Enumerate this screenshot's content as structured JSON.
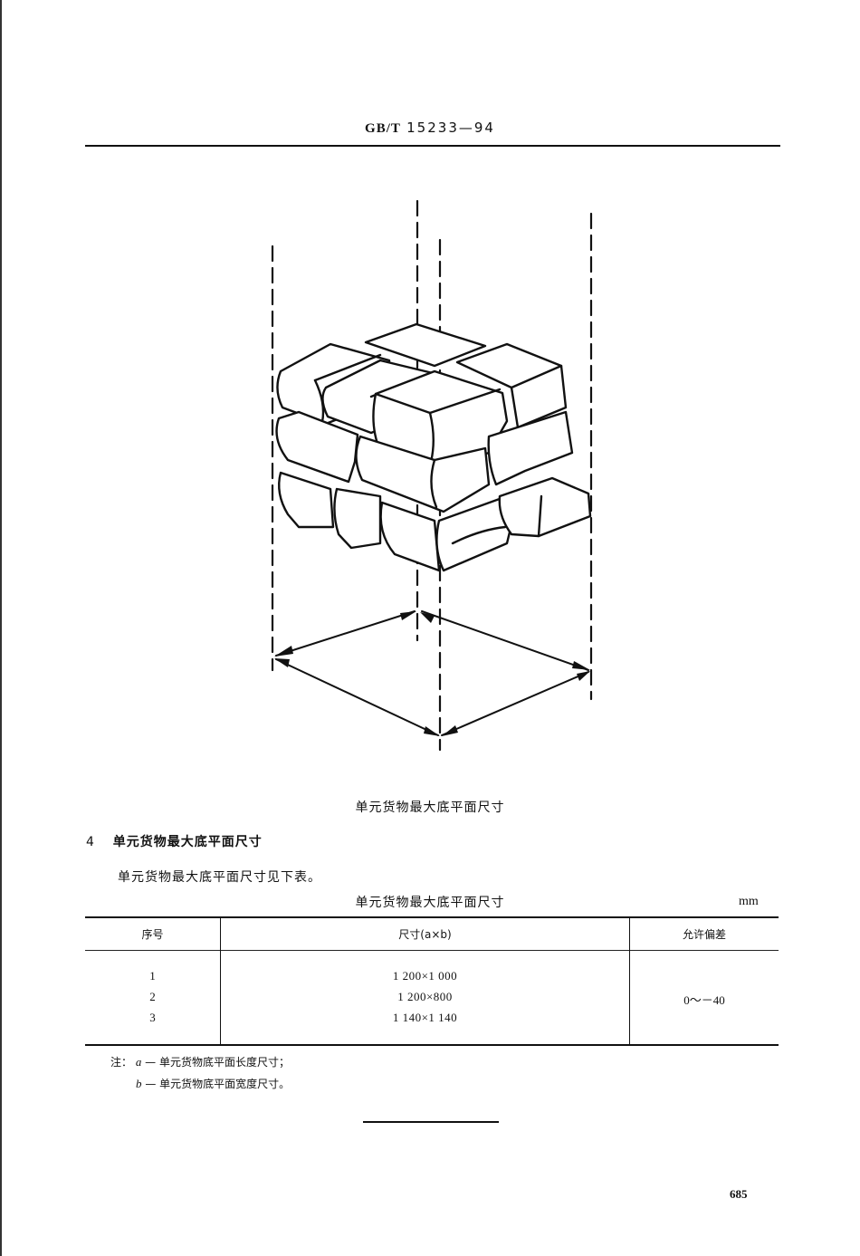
{
  "header": {
    "standard_code": "GB/T",
    "standard_number": "15233—94"
  },
  "figure": {
    "type": "isometric-drawing",
    "description": "Stacked bags forming a unit load with dashed vertical extension lines and dimension arrows indicating maximum base plane dimensions",
    "caption": "单元货物最大底平面尺寸"
  },
  "section": {
    "number": "4",
    "title": "单元货物最大底平面尺寸",
    "paragraph": "单元货物最大底平面尺寸见下表。"
  },
  "table": {
    "title": "单元货物最大底平面尺寸",
    "unit": "mm",
    "headers": {
      "index": "序号",
      "size": "尺寸(a×b)",
      "tolerance": "允许偏差"
    },
    "rows": [
      {
        "index": "1",
        "size": "1 200×1 000"
      },
      {
        "index": "2",
        "size": "1 200×800"
      },
      {
        "index": "3",
        "size": "1 140×1 140"
      }
    ],
    "tolerance_value": "0～－40"
  },
  "notes": {
    "prefix": "注：",
    "items": [
      {
        "symbol": "a",
        "dash": "—",
        "text": "单元货物底平面长度尺寸；"
      },
      {
        "symbol": "b",
        "dash": "—",
        "text": "单元货物底平面宽度尺寸。"
      }
    ]
  },
  "footer": {
    "page_number": "685"
  }
}
